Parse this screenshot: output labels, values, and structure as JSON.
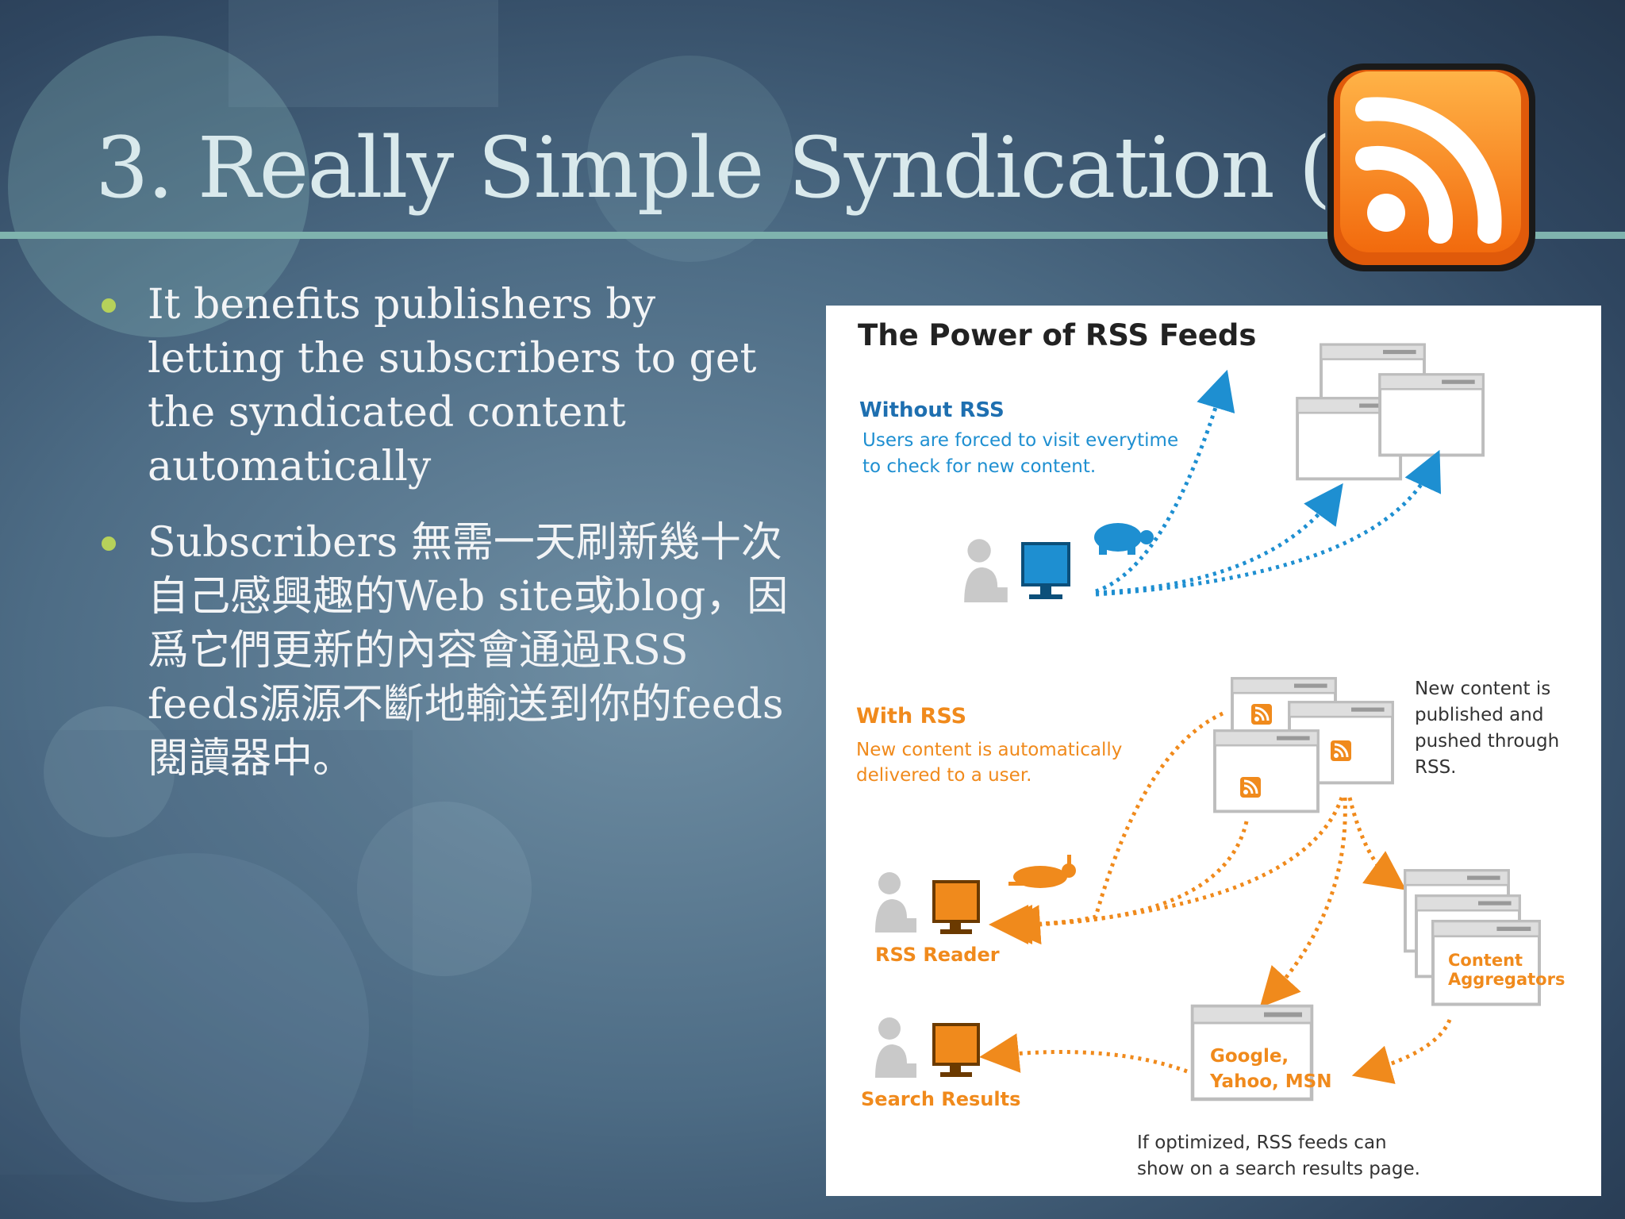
{
  "slide": {
    "title": "3. Really Simple Syndication (RSS)",
    "bullets": [
      "It benefits publishers by letting the subscribers to get the syndicated content automatically",
      "Subscribers 無需一天刷新幾十次自己感興趣的Web site或blog，因爲它們更新的內容會通過RSS feeds源源不斷地輸送到你的feeds閱讀器中。"
    ],
    "icon": "rss-feed-icon"
  },
  "figure": {
    "title": "The Power of RSS Feeds",
    "without_heading": "Without RSS",
    "without_line1": "Users are forced to visit everytime",
    "without_line2": "to check for new content.",
    "with_heading": "With RSS",
    "with_line1": "New content is automatically",
    "with_line2": "delivered to a user.",
    "published_line1": "New content is",
    "published_line2": "published and",
    "published_line3": "pushed through",
    "published_line4": "RSS.",
    "reader_label": "RSS Reader",
    "aggregators_line1": "Content",
    "aggregators_line2": "Aggregators",
    "search_engines_line1": "Google,",
    "search_engines_line2": "Yahoo, MSN",
    "search_results_label": "Search Results",
    "optimized_line1": "If optimized, RSS feeds can",
    "optimized_line2": "show on a search results page.",
    "colors": {
      "blue": "#1e8fd1",
      "orange": "#f08a1c",
      "gray": "#bdbdbd"
    }
  },
  "colors": {
    "accent_rule": "#7fb3ae",
    "bullet": "#b6d15a",
    "rss_orange": "#f7941d"
  }
}
